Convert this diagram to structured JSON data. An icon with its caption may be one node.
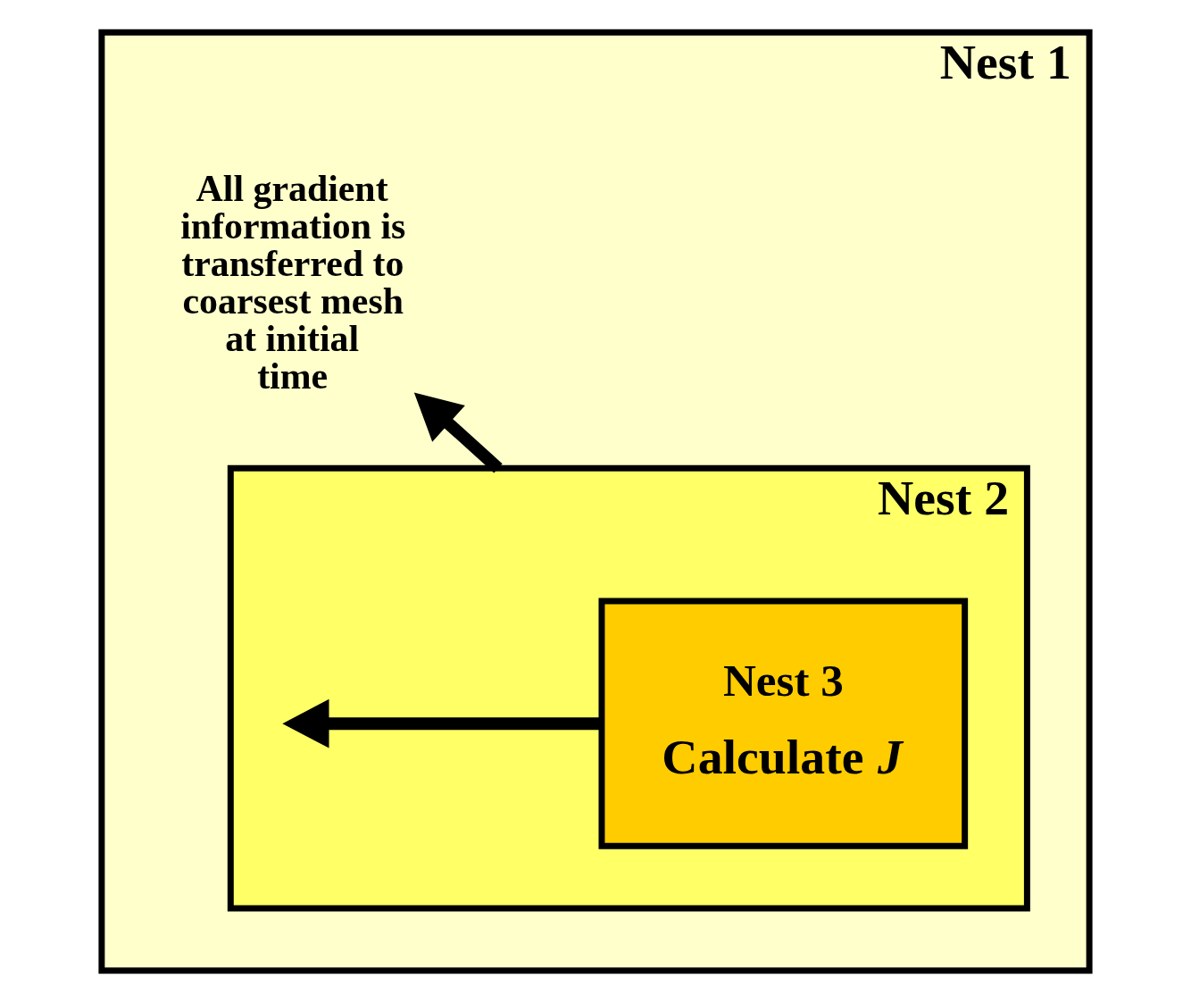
{
  "diagram": {
    "nodes": [
      {
        "text": [
          "Nest 1"
        ]
      },
      {
        "text": [
          "Nest 2"
        ],
        "in": 0
      },
      {
        "text": [
          "Nest 3",
          "Calculate *J*"
        ],
        "in": 1
      },
      {
        "text": [
          "All gradient information is transferred to coarsest mesh at initial time"
        ],
        "in": 0
      }
    ],
    "edges": [
      {
        "from": 2,
        "to": null,
        "arrow": "to"
      },
      {
        "from": 1,
        "to": 3,
        "arrow": "to"
      }
    ]
  }
}
